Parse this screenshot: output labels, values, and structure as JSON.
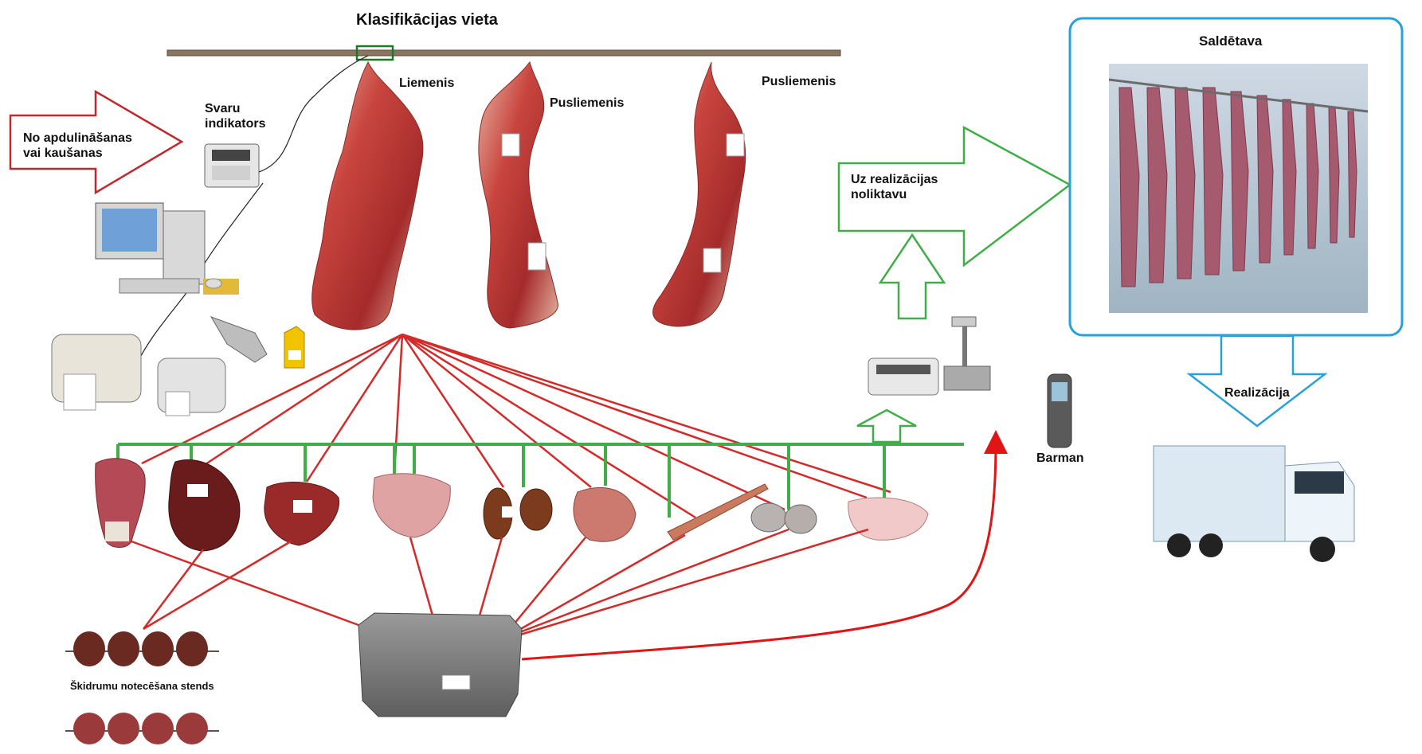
{
  "diagram": {
    "title": "Klasifikācijas vieta",
    "inbound_arrow": {
      "line1": "No apdulināšanas",
      "line2": "vai kaušanas"
    },
    "scale_indicator": {
      "line1": "Svaru",
      "line2": "indikators"
    },
    "carcasses": [
      {
        "label": "Liemenis"
      },
      {
        "label": "Pusliemenis"
      },
      {
        "label": "Pusliemenis"
      }
    ],
    "to_warehouse_arrow": {
      "line1": "Uz realizācijas",
      "line2": "noliktavu"
    },
    "freezer": {
      "title": "Saldētava"
    },
    "realization_arrow": {
      "label": "Realizācija"
    },
    "handheld_terminal": {
      "label": "Barman"
    },
    "drain_stand": {
      "label": "Škidrumu notecēšana stends"
    }
  },
  "colors": {
    "red_links": "#d32a2a",
    "green_bus": "#3fae49",
    "blue_freezer": "#2aa0d8",
    "inbound_arrow": "#c0282d",
    "rail": "#8a7560"
  }
}
